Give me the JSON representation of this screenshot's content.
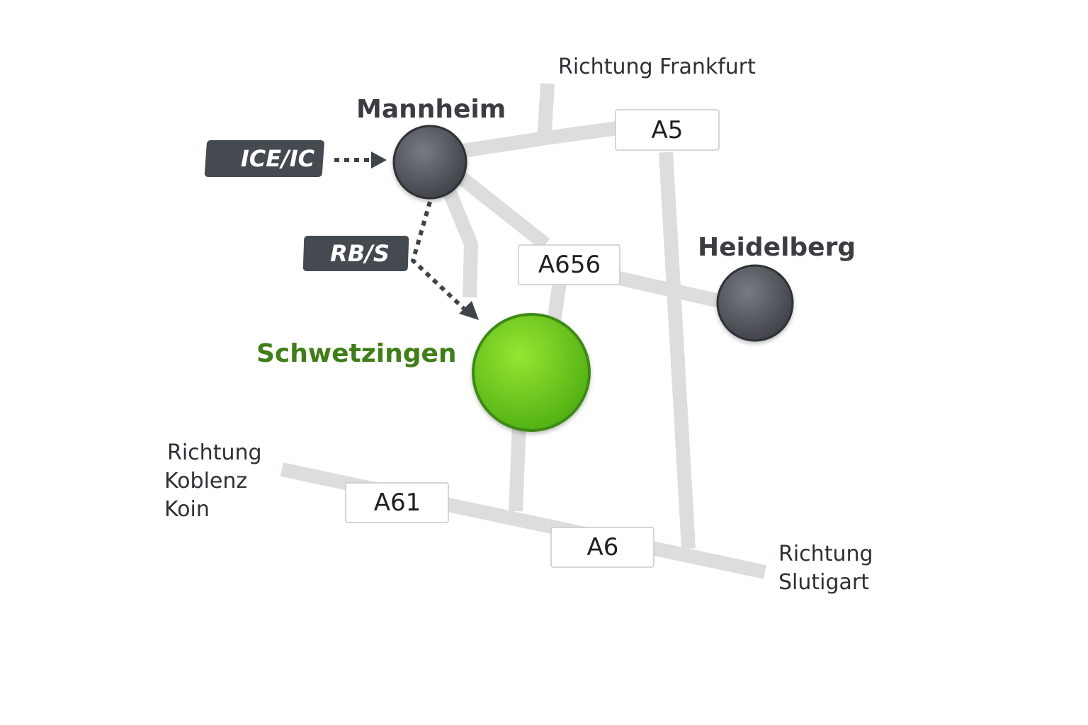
{
  "cities": {
    "mannheim": "Mannheim",
    "heidelberg": "Heidelberg",
    "schwetzingen": "Schwetzingen"
  },
  "directions": {
    "frankfurt": "Richtung Frankfurt",
    "koblenz": [
      "Richtung",
      "Koblenz",
      "Koin"
    ],
    "stuttgart": [
      "Richtung",
      "Slutigart"
    ]
  },
  "roads": {
    "a5": "A5",
    "a656": "A656",
    "a61": "A61",
    "a6": "A6"
  },
  "train_tags": {
    "ice": "ICE/IC",
    "rb": "RB/S"
  },
  "colors": {
    "highlight": "#6fcf20",
    "city": "#4b4e54",
    "road": "#dcdddd"
  }
}
